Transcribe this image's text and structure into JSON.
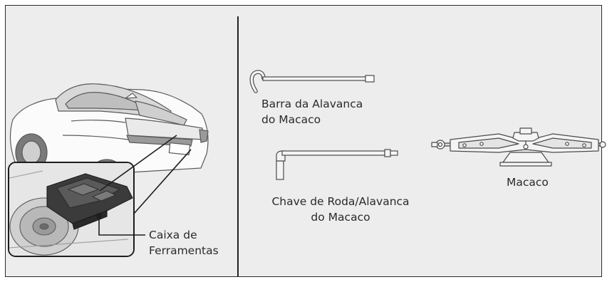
{
  "labels": {
    "toolbox": [
      "Caixa de",
      "Ferramentas"
    ],
    "jack_bar": [
      "Barra da Alavanca",
      "do Macaco"
    ],
    "wrench": [
      "Chave de Roda/Alavanca",
      "do Macaco"
    ],
    "jack": "Macaco"
  },
  "colors": {
    "panel_background": "#ededed",
    "border": "#2b2b2b",
    "tool_fill": "#f4f4f4",
    "text": "#2a2a2a"
  }
}
